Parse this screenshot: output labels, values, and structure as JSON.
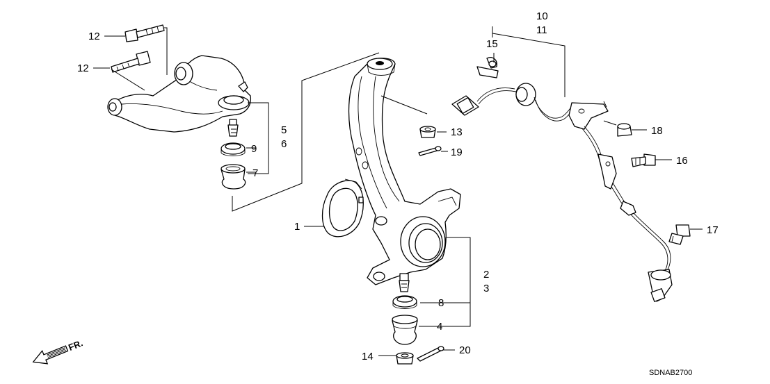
{
  "diagram": {
    "code": "SDNAB2700",
    "direction_label": "FR.",
    "callouts": {
      "c1": "1",
      "c2": "2",
      "c3": "3",
      "c4": "4",
      "c5": "5",
      "c6": "6",
      "c7": "7",
      "c8": "8",
      "c9": "9",
      "c10": "10",
      "c11": "11",
      "c12a": "12",
      "c12b": "12",
      "c13": "13",
      "c14": "14",
      "c15": "15",
      "c16": "16",
      "c17": "17",
      "c18": "18",
      "c19": "19",
      "c20": "20"
    }
  }
}
